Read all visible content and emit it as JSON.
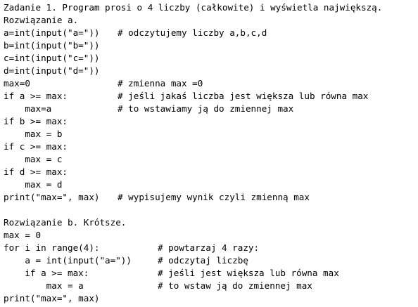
{
  "heading": "Zadanie 1. Program prosi o 4 liczby (całkowite) i wyświetla największą.",
  "section_a": {
    "title": "Rozwiązanie a.",
    "lines": [
      {
        "code": "a=int(input(\"a=\"))",
        "comment": "# odczytujemy liczby a,b,c,d"
      },
      {
        "code": "b=int(input(\"b=\"))",
        "comment": ""
      },
      {
        "code": "c=int(input(\"c=\"))",
        "comment": ""
      },
      {
        "code": "d=int(input(\"d=\"))",
        "comment": ""
      },
      {
        "code": "max=0",
        "comment": "# zmienna max =0"
      },
      {
        "code": "if a >= max:",
        "comment": "# jeśli jakaś liczba jest większa lub równa max"
      },
      {
        "code": "    max=a",
        "comment": "# to wstawiamy ją do zmiennej max"
      },
      {
        "code": "if b >= max:",
        "comment": ""
      },
      {
        "code": "    max = b",
        "comment": ""
      },
      {
        "code": "if c >= max:",
        "comment": ""
      },
      {
        "code": "    max = c",
        "comment": ""
      },
      {
        "code": "if d >= max:",
        "comment": ""
      },
      {
        "code": "    max = d",
        "comment": ""
      },
      {
        "code": "print(\"max=\", max)",
        "comment": "# wypisujemy wynik czyli zmienną max"
      }
    ]
  },
  "section_b": {
    "title": "Rozwiązanie b. Krótsze.",
    "lines": [
      {
        "code": "max = 0",
        "comment": ""
      },
      {
        "code": "for i in range(4):",
        "comment": "# powtarzaj 4 razy:"
      },
      {
        "code": "    a = int(input(\"a=\"))",
        "comment": "# odczytaj liczbę"
      },
      {
        "code": "    if a >= max:",
        "comment": "# jeśli jest większa lub równa max"
      },
      {
        "code": "        max = a",
        "comment": "# to wstaw ją do zmiennej max"
      },
      {
        "code": "print(\"max=\", max)",
        "comment": ""
      }
    ]
  }
}
